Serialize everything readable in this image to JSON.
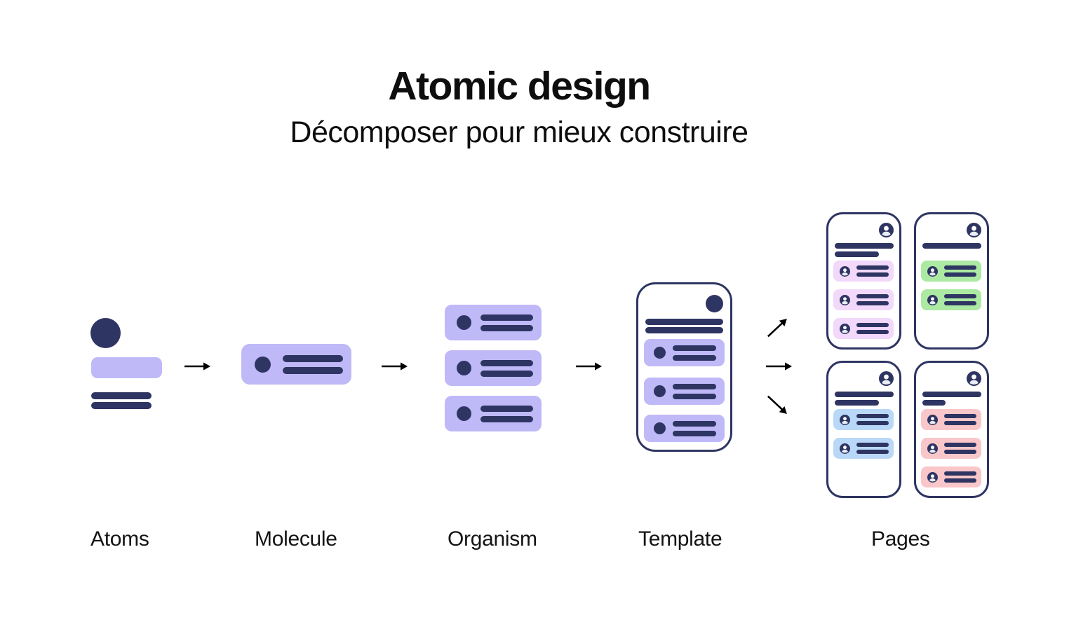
{
  "title": "Atomic design",
  "subtitle": "Décomposer pour mieux construire",
  "colors": {
    "navy": "#2e3562",
    "purple": "#c0b9f8",
    "ink": "#0e0e0e",
    "arrow": "#000000",
    "background": "#ffffff"
  },
  "stages": [
    {
      "label": "Atoms"
    },
    {
      "label": "Molecule"
    },
    {
      "label": "Organism"
    },
    {
      "label": "Template"
    },
    {
      "label": "Pages"
    }
  ],
  "organism": {
    "card_count": 3
  },
  "template": {
    "header_bar_count": 2,
    "list_card_count": 3
  },
  "pages": {
    "cards": [
      {
        "name": "page-top-left",
        "accent": "#f2d8fa",
        "header_bar_widths": [
          84,
          63
        ],
        "item_count": 3
      },
      {
        "name": "page-top-right",
        "accent": "#ace9a2",
        "header_bar_widths": [
          84
        ],
        "item_count": 2
      },
      {
        "name": "page-bottom-left",
        "accent": "#b9d8f8",
        "header_bar_widths": [
          84,
          63
        ],
        "item_count": 2
      },
      {
        "name": "page-bottom-right",
        "accent": "#f9c7c9",
        "header_bar_widths": [
          84,
          33
        ],
        "item_count": 3
      }
    ]
  },
  "arrows": {
    "stage_arrows": [
      "right",
      "right",
      "right"
    ],
    "fanout_arrows": [
      "up-right",
      "right",
      "down-right"
    ]
  }
}
